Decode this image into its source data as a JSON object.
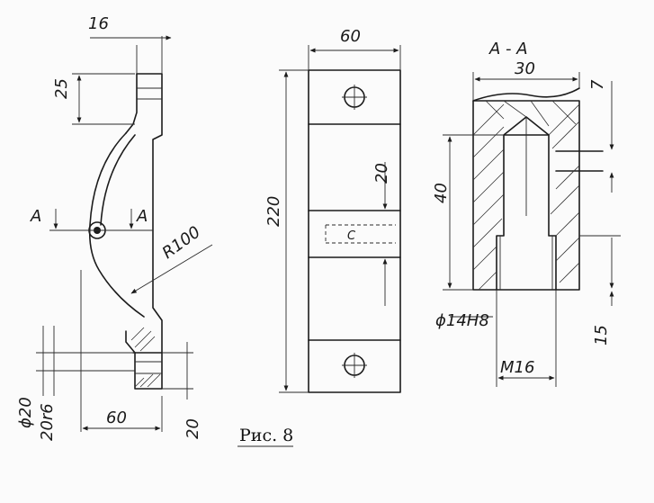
{
  "figure": {
    "caption": "Рис. 8",
    "section_label": "A - A",
    "cut_marker_left": "A",
    "cut_marker_right": "A"
  },
  "dimensions": {
    "d16": "16",
    "d25": "25",
    "d60_top": "60",
    "d220": "220",
    "d20_mid": "20",
    "d30": "30",
    "d40": "40",
    "d7": "7",
    "dphi14": "ϕ14H8",
    "dm16": "M16",
    "d15": "15",
    "d60_bottom": "60",
    "d20_bottom": "20",
    "dphi20": "ϕ20",
    "d20r6": "20r6",
    "r100": "R100"
  }
}
